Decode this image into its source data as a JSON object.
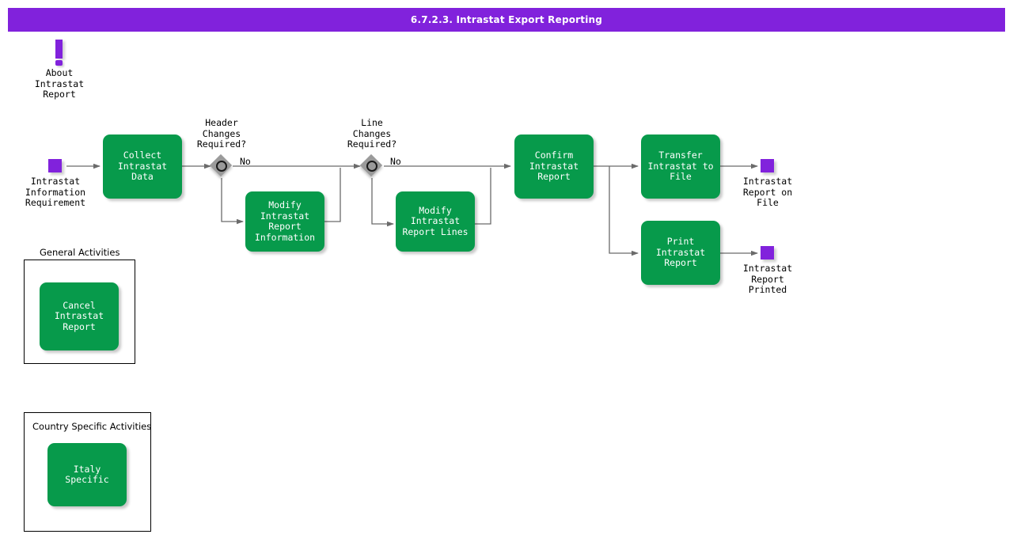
{
  "header": {
    "title": "6.7.2.3. Intrastat Export Reporting",
    "background_color": "#8122dc",
    "text_color": "#ffffff"
  },
  "theme": {
    "task_green": "#079a4b",
    "node_purple": "#8122dc",
    "gateway_grey": "#9a9a9a",
    "connector_grey": "#606060",
    "canvas": "#ffffff"
  },
  "notes": [
    {
      "id": "about-note",
      "icon": "exclamation-icon",
      "label": "About\nIntrastat\nReport"
    }
  ],
  "start_events": [
    {
      "id": "start-intrastat-information-requirement",
      "icon": "start-event-square",
      "label": "Intrastat\nInformation\nRequirement"
    }
  ],
  "end_events": [
    {
      "id": "end-intrastat-report-on-file",
      "icon": "end-event-square",
      "label": "Intrastat\nReport on\nFile"
    },
    {
      "id": "end-intrastat-report-printed",
      "icon": "end-event-square",
      "label": "Intrastat\nReport\nPrinted"
    }
  ],
  "tasks": [
    {
      "id": "collect-intrastat-data",
      "label": "Collect Intrastat\nData"
    },
    {
      "id": "modify-intrastat-report-information",
      "label": "Modify Intrastat\nReport\nInformation"
    },
    {
      "id": "modify-intrastat-report-lines",
      "label": "Modify Intrastat\nReport Lines"
    },
    {
      "id": "confirm-intrastat-report",
      "label": "Confirm\nIntrastat Report"
    },
    {
      "id": "transfer-intrastat-to-file",
      "label": "Transfer\nIntrastat to File"
    },
    {
      "id": "print-intrastat-report",
      "label": "Print Intrastat\nReport"
    },
    {
      "id": "cancel-intrastat-report",
      "label": "Cancel Intrastat\nReport"
    },
    {
      "id": "italy-specific",
      "label": "Italy Specific"
    }
  ],
  "gateways": [
    {
      "id": "gateway-header-changes",
      "label": "Header\nChanges\nRequired?",
      "branch_label": "No"
    },
    {
      "id": "gateway-line-changes",
      "label": "Line\nChanges\nRequired?",
      "branch_label": "No"
    }
  ],
  "groups": [
    {
      "id": "group-general-activities",
      "title": "General Activities",
      "title_position": "outside-top"
    },
    {
      "id": "group-country-specific-activities",
      "title": "Country Specific Activities",
      "title_position": "inside-top"
    }
  ]
}
